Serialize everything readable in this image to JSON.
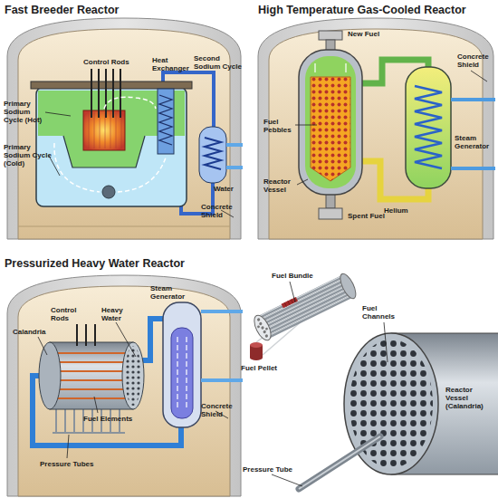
{
  "diagram": {
    "labels": [
      "Fast Breeder Reactor",
      "Control Rods",
      "Heat Exchanger",
      "Second Sodium Cycle",
      "Primary Sodium Cycle (Hot)",
      "Primary Sodium Cycle (Cold)",
      "Water",
      "Concrete Shield",
      "High Temperature Gas-Cooled Reactor",
      "New Fuel",
      "Concrete Shield",
      "Fuel Pebbles",
      "Steam Generator",
      "Reactor Vessel",
      "Helium",
      "Spent Fuel",
      "Pressurized Heavy Water Reactor",
      "Control Rods",
      "Heavy Water",
      "Steam Generator",
      "Calandria",
      "Fuel Elements",
      "Concrete Shield",
      "Pressure Tubes",
      "Fuel Bundle",
      "Fuel Pellet",
      "Fuel Channels",
      "Reactor Vessel (Calandria)",
      "Pressure Tube"
    ]
  }
}
